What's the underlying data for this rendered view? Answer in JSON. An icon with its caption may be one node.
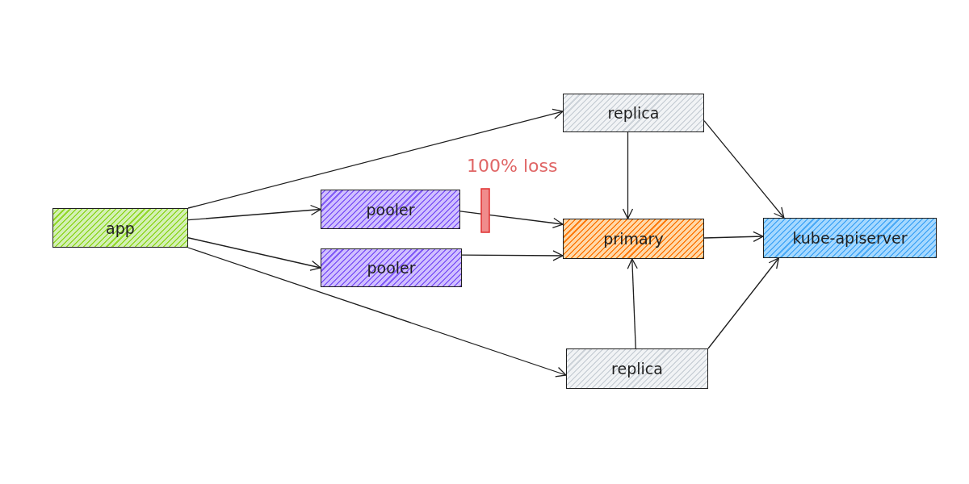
{
  "diagram": {
    "nodes": [
      {
        "text": [
          "app"
        ]
      },
      {
        "text": [
          "pooler"
        ]
      },
      {
        "text": [
          "pooler"
        ]
      },
      {
        "text": [
          "replica"
        ]
      },
      {
        "text": [
          "primary"
        ]
      },
      {
        "text": [
          "replica"
        ]
      },
      {
        "text": [
          "kube-apiserver"
        ]
      }
    ],
    "edges": [
      {
        "from": 0,
        "to": 3,
        "arrow": "to"
      },
      {
        "from": 0,
        "to": 1,
        "arrow": "to"
      },
      {
        "from": 0,
        "to": 2,
        "arrow": "to"
      },
      {
        "from": 0,
        "to": 5,
        "arrow": "to"
      },
      {
        "from": 1,
        "to": 4,
        "arrow": "to"
      },
      {
        "from": 2,
        "to": 4,
        "arrow": "to"
      },
      {
        "from": 3,
        "to": 4,
        "arrow": "to"
      },
      {
        "from": 5,
        "to": 4,
        "arrow": "to"
      },
      {
        "from": 3,
        "to": 6,
        "arrow": "to"
      },
      {
        "from": 4,
        "to": 6,
        "arrow": "to"
      },
      {
        "from": 5,
        "to": 6,
        "arrow": "to"
      }
    ],
    "labels": [
      "100% loss"
    ]
  }
}
